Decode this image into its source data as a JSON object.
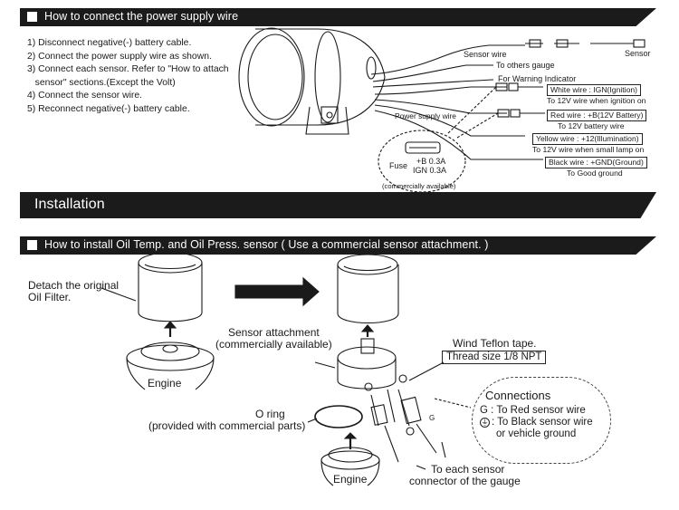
{
  "sections": {
    "power_supply_title": "How to connect the power supply wire",
    "installation_title": "Installation",
    "oil_sensor_title": "How to install Oil Temp. and Oil Press. sensor ( Use a commercial sensor attachment. )"
  },
  "steps": [
    "1) Disconnect negative(-) battery cable.",
    "2) Connect the power supply wire as shown.",
    "3) Connect each sensor. Refer to \"How to attach",
    "   sensor\" sections.(Except the Volt)",
    "4) Connect the sensor wire.",
    "5) Reconnect negative(-) battery cable."
  ],
  "wiring": {
    "sensor_wire": "Sensor wire",
    "sensor": "Sensor",
    "to_others_gauge": "To others gauge",
    "for_warning": "For Warning Indicator",
    "power_supply_wire": "Power supply wire",
    "white_wire": "White wire : IGN(Ignition)",
    "white_sub": "To 12V wire when ignition on",
    "red_wire": "Red wire : +B(12V Battery)",
    "red_sub": "To 12V battery wire",
    "yellow_wire": "Yellow wire : +12(Illumination)",
    "yellow_sub": "To 12V wire when small lamp on",
    "black_wire": "Black wire : +GND(Ground)",
    "black_sub": "To Good ground",
    "fuse": "Fuse",
    "fuse_b": "+B 0.3A",
    "fuse_ign": "IGN 0.3A",
    "commercially_available": "(commercially available)"
  },
  "install": {
    "detach_filter_1": "Detach the original",
    "detach_filter_2": "Oil Filter.",
    "engine": "Engine",
    "sensor_attachment_1": "Sensor attachment",
    "sensor_attachment_2": "(commercially available)",
    "wind_teflon": "Wind Teflon tape.",
    "thread_size": "Thread size 1/8 NPT",
    "o_ring_1": "O ring",
    "o_ring_2": "(provided with commercial parts)",
    "engine_bottom": "Engine",
    "to_each_sensor_1": "To each sensor",
    "to_each_sensor_2": "connector of the gauge",
    "connections_title": "Connections",
    "conn_g": "G : To Red sensor wire",
    "conn_gnd_1": ": To Black sensor wire",
    "conn_gnd_2": "or vehicle ground",
    "g_mark": "G"
  }
}
